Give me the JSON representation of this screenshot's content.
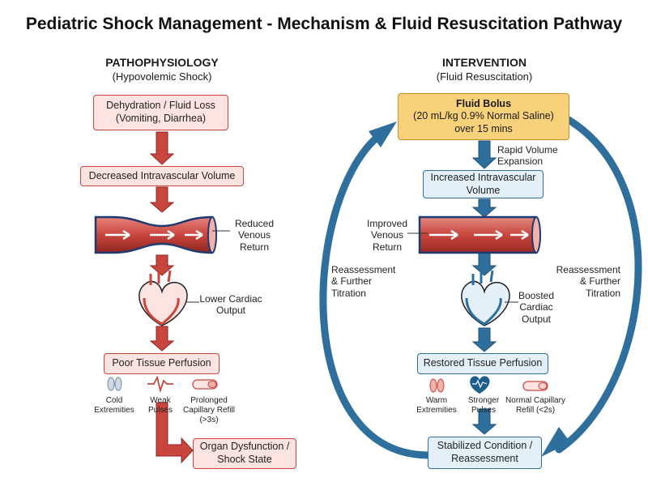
{
  "title": "Pediatric Shock Management - Mechanism & Fluid Resuscitation Pathway",
  "left": {
    "heading": "PATHOPHYSIOLOGY",
    "subheading": "(Hypovolemic Shock)",
    "box1": {
      "line1": "Dehydration / Fluid Loss",
      "line2": "(Vomiting, Diarrhea)"
    },
    "box2": "Decreased Intravascular Volume",
    "vessel_label": {
      "line1": "Reduced",
      "line2": "Venous",
      "line3": "Return"
    },
    "heart_label": {
      "line1": "Lower Cardiac",
      "line2": "Output"
    },
    "box3": "Poor Tissue Perfusion",
    "signs": [
      {
        "line1": "Cold",
        "line2": "Extremities",
        "line3": ""
      },
      {
        "line1": "Weak",
        "line2": "Pulses",
        "line3": ""
      },
      {
        "line1": "Prolonged",
        "line2": "Capillary Refill",
        "line3": "(>3s)"
      }
    ],
    "box4": {
      "line1": "Organ Dysfunction /",
      "line2": "Shock State"
    }
  },
  "right": {
    "heading": "INTERVENTION",
    "subheading": "(Fluid Resuscitation)",
    "bolus": {
      "line1": "Fluid Bolus",
      "line2": "(20 mL/kg 0.9% Normal Saline)",
      "line3": "over 15 mins"
    },
    "expansion": {
      "line1": "Rapid Volume",
      "line2": "Expansion"
    },
    "box2": {
      "line1": "Increased Intravascular",
      "line2": "Volume"
    },
    "vessel_label": {
      "line1": "Improved",
      "line2": "Venous",
      "line3": "Return"
    },
    "heart_label": {
      "line1": "Boosted",
      "line2": "Cardiac",
      "line3": "Output"
    },
    "box3": "Restored Tissue Perfusion",
    "signs": [
      {
        "line1": "Warm",
        "line2": "Extremities"
      },
      {
        "line1": "Stronger",
        "line2": "Pulses"
      },
      {
        "line1": "Normal Capillary",
        "line2": "Refill (<2s)"
      }
    ],
    "box4": {
      "line1": "Stabilized Condition /",
      "line2": "Reassessment"
    }
  },
  "loop_left": {
    "line1": "Reassessment",
    "line2": "& Further",
    "line3": "Titration"
  },
  "loop_right": {
    "line1": "Reassessment",
    "line2": "& Further",
    "line3": "Titration"
  },
  "colors": {
    "red": "#c8463e",
    "red_fill": "#fbe3e1",
    "blue": "#2f6f9e",
    "blue_fill": "#e3f0f8",
    "gold": "#f8d27a"
  },
  "icons": {
    "left_signs": [
      "feet-icon",
      "pulse-icon",
      "capillary-refill-icon"
    ],
    "right_signs": [
      "feet-icon",
      "heart-pulse-icon",
      "capillary-refill-icon"
    ],
    "organs": [
      "blood-vessel-icon",
      "heart-icon"
    ]
  }
}
